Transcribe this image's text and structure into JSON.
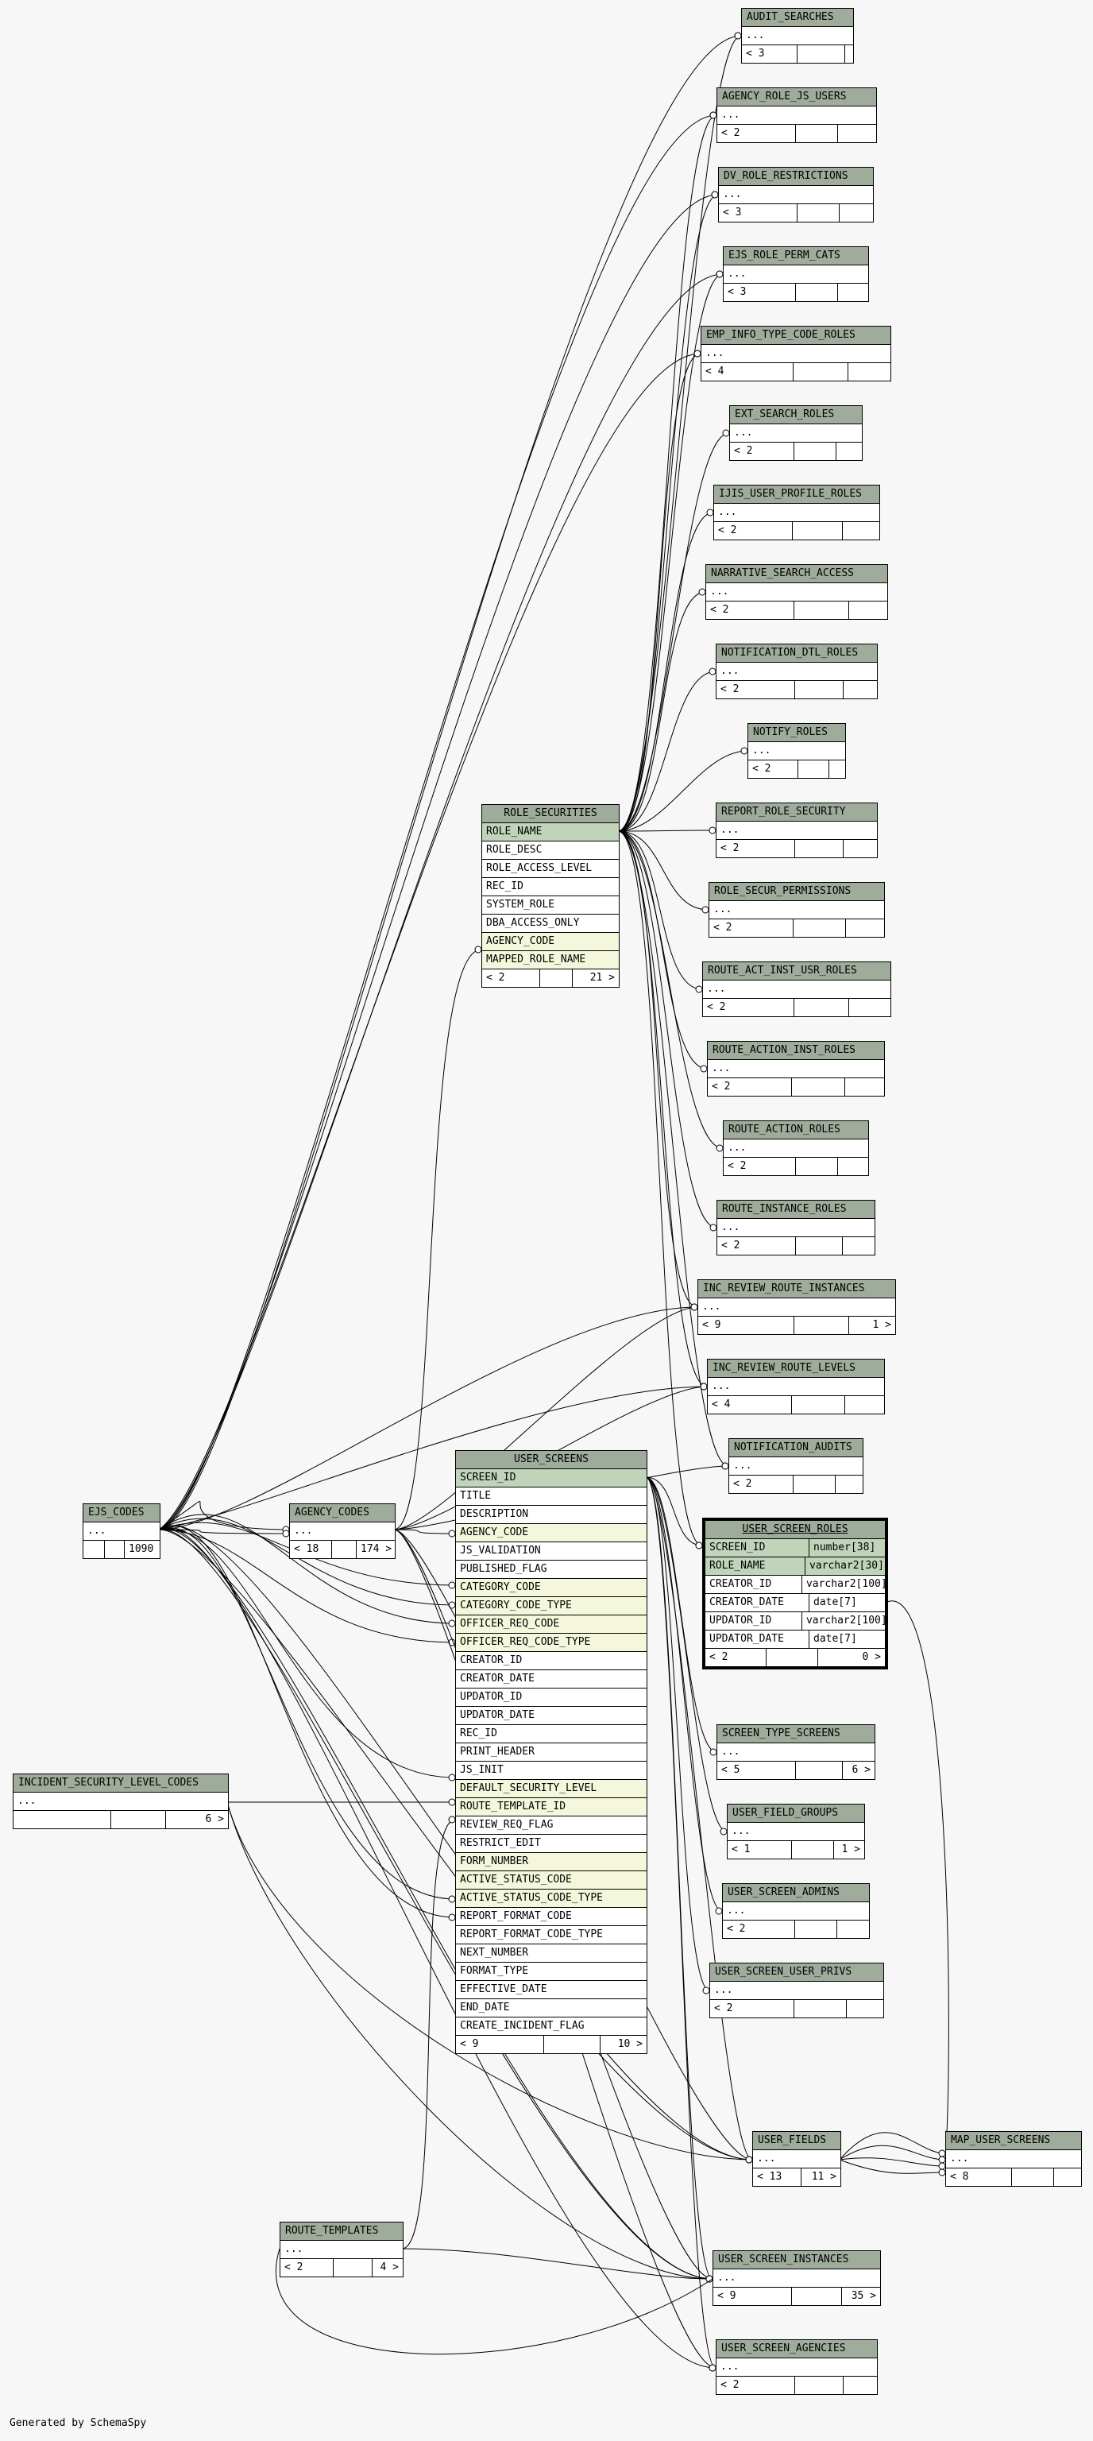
{
  "footer": "Generated by SchemaSpy",
  "tables": {
    "audit_searches": {
      "name": "AUDIT_SEARCHES",
      "parents": "< 3",
      "children": ""
    },
    "agency_role_js_users": {
      "name": "AGENCY_ROLE_JS_USERS",
      "parents": "< 2",
      "children": ""
    },
    "dv_role_restrictions": {
      "name": "DV_ROLE_RESTRICTIONS",
      "parents": "< 3",
      "children": ""
    },
    "ejs_role_perm_cats": {
      "name": "EJS_ROLE_PERM_CATS",
      "parents": "< 3",
      "children": ""
    },
    "emp_info_type_code_roles": {
      "name": "EMP_INFO_TYPE_CODE_ROLES",
      "parents": "< 4",
      "children": ""
    },
    "ext_search_roles": {
      "name": "EXT_SEARCH_ROLES",
      "parents": "< 2",
      "children": ""
    },
    "ijis_user_profile_roles": {
      "name": "IJIS_USER_PROFILE_ROLES",
      "parents": "< 2",
      "children": ""
    },
    "narrative_search_access": {
      "name": "NARRATIVE_SEARCH_ACCESS",
      "parents": "< 2",
      "children": ""
    },
    "notification_dtl_roles": {
      "name": "NOTIFICATION_DTL_ROLES",
      "parents": "< 2",
      "children": ""
    },
    "notify_roles": {
      "name": "NOTIFY_ROLES",
      "parents": "< 2",
      "children": ""
    },
    "report_role_security": {
      "name": "REPORT_ROLE_SECURITY",
      "parents": "< 2",
      "children": ""
    },
    "role_secur_permissions": {
      "name": "ROLE_SECUR_PERMISSIONS",
      "parents": "< 2",
      "children": ""
    },
    "route_act_inst_usr_roles": {
      "name": "ROUTE_ACT_INST_USR_ROLES",
      "parents": "< 2",
      "children": ""
    },
    "route_action_inst_roles": {
      "name": "ROUTE_ACTION_INST_ROLES",
      "parents": "< 2",
      "children": ""
    },
    "route_action_roles": {
      "name": "ROUTE_ACTION_ROLES",
      "parents": "< 2",
      "children": ""
    },
    "route_instance_roles": {
      "name": "ROUTE_INSTANCE_ROLES",
      "parents": "< 2",
      "children": ""
    },
    "inc_review_route_instances": {
      "name": "INC_REVIEW_ROUTE_INSTANCES",
      "parents": "< 9",
      "children": "1 >"
    },
    "inc_review_route_levels": {
      "name": "INC_REVIEW_ROUTE_LEVELS",
      "parents": "< 4",
      "children": ""
    },
    "notification_audits": {
      "name": "NOTIFICATION_AUDITS",
      "parents": "< 2",
      "children": ""
    },
    "screen_type_screens": {
      "name": "SCREEN_TYPE_SCREENS",
      "parents": "< 5",
      "children": "6 >"
    },
    "user_field_groups": {
      "name": "USER_FIELD_GROUPS",
      "parents": "< 1",
      "children": "1 >"
    },
    "user_screen_admins": {
      "name": "USER_SCREEN_ADMINS",
      "parents": "< 2",
      "children": ""
    },
    "user_screen_user_privs": {
      "name": "USER_SCREEN_USER_PRIVS",
      "parents": "< 2",
      "children": ""
    },
    "user_fields": {
      "name": "USER_FIELDS",
      "parents": "< 13",
      "children": "11 >"
    },
    "map_user_screens": {
      "name": "MAP_USER_SCREENS",
      "parents": "< 8",
      "children": ""
    },
    "user_screen_instances": {
      "name": "USER_SCREEN_INSTANCES",
      "parents": "< 9",
      "children": "35 >"
    },
    "user_screen_agencies": {
      "name": "USER_SCREEN_AGENCIES",
      "parents": "< 2",
      "children": ""
    },
    "ejs_codes": {
      "name": "EJS_CODES",
      "parents": "",
      "children": "1090 >"
    },
    "agency_codes": {
      "name": "AGENCY_CODES",
      "parents": "< 18",
      "children": "174 >"
    },
    "incident_security_level_codes": {
      "name": "INCIDENT_SECURITY_LEVEL_CODES",
      "parents": "",
      "children": "6 >"
    },
    "route_templates": {
      "name": "ROUTE_TEMPLATES",
      "parents": "< 2",
      "children": "4 >"
    }
  },
  "collapsed_text": "...",
  "role_securities": {
    "name": "ROLE_SECURITIES",
    "columns": [
      "ROLE_NAME",
      "ROLE_DESC",
      "ROLE_ACCESS_LEVEL",
      "REC_ID",
      "SYSTEM_ROLE",
      "DBA_ACCESS_ONLY",
      "AGENCY_CODE",
      "MAPPED_ROLE_NAME"
    ],
    "parents": "< 2",
    "children": "21 >"
  },
  "user_screens": {
    "name": "USER_SCREENS",
    "columns": [
      "SCREEN_ID",
      "TITLE",
      "DESCRIPTION",
      "AGENCY_CODE",
      "JS_VALIDATION",
      "PUBLISHED_FLAG",
      "CATEGORY_CODE",
      "CATEGORY_CODE_TYPE",
      "OFFICER_REQ_CODE",
      "OFFICER_REQ_CODE_TYPE",
      "CREATOR_ID",
      "CREATOR_DATE",
      "UPDATOR_ID",
      "UPDATOR_DATE",
      "REC_ID",
      "PRINT_HEADER",
      "JS_INIT",
      "DEFAULT_SECURITY_LEVEL",
      "ROUTE_TEMPLATE_ID",
      "REVIEW_REQ_FLAG",
      "RESTRICT_EDIT",
      "FORM_NUMBER",
      "ACTIVE_STATUS_CODE",
      "ACTIVE_STATUS_CODE_TYPE",
      "REPORT_FORMAT_CODE",
      "REPORT_FORMAT_CODE_TYPE",
      "NEXT_NUMBER",
      "FORMAT_TYPE",
      "EFFECTIVE_DATE",
      "END_DATE",
      "CREATE_INCIDENT_FLAG"
    ],
    "parents": "< 9",
    "children": "10 >"
  },
  "user_screen_roles": {
    "name": "USER_SCREEN_ROLES",
    "columns": [
      {
        "name": "SCREEN_ID",
        "type": "number[38]"
      },
      {
        "name": "ROLE_NAME",
        "type": "varchar2[30]"
      },
      {
        "name": "CREATOR_ID",
        "type": "varchar2[100]"
      },
      {
        "name": "CREATOR_DATE",
        "type": "date[7]"
      },
      {
        "name": "UPDATOR_ID",
        "type": "varchar2[100]"
      },
      {
        "name": "UPDATOR_DATE",
        "type": "date[7]"
      }
    ],
    "parents": "< 2",
    "children": "0 >"
  }
}
